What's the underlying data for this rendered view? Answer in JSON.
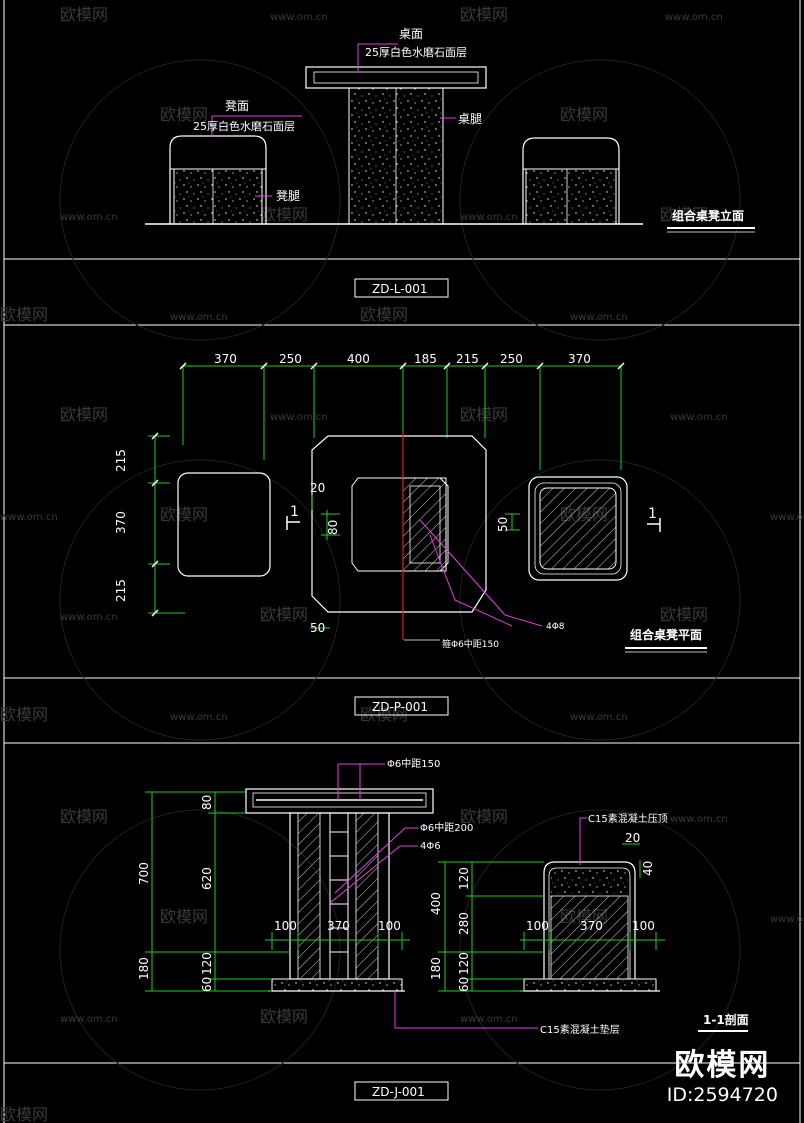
{
  "elevation": {
    "label_table_top": "桌面",
    "label_table_top_spec": "25厚白色水磨石面层",
    "label_stool_top": "凳面",
    "label_stool_top_spec": "25厚白色水磨石面层",
    "label_table_leg": "桌腿",
    "label_stool_leg": "凳腿",
    "view_title": "组合桌凳立面",
    "code": "ZD-L-001"
  },
  "plan": {
    "dims_top": [
      "370",
      "250",
      "400",
      "185",
      "215",
      "250",
      "370"
    ],
    "dims_left": [
      "215",
      "370",
      "215"
    ],
    "dim_20": "20",
    "dim_80": "80",
    "dim_50_right": "50",
    "dim_50_bottom": "50",
    "section_mark": "1",
    "rebar_a": "4Φ8",
    "rebar_b": "箍Φ6中距150",
    "view_title": "组合桌凳平面",
    "code": "ZD-P-001"
  },
  "section": {
    "rebar_top": "Φ6中距150",
    "rebar_mid": "Φ6中距200",
    "rebar_main": "4Φ6",
    "concrete_cap": "C15素混凝土压顶",
    "concrete_base": "C15素混凝土垫层",
    "dims_left_a": [
      "700",
      "180"
    ],
    "dims_left_b": [
      "80",
      "620",
      "120",
      "60"
    ],
    "dims_bottom_a": [
      "100",
      "370",
      "100"
    ],
    "dims_stool_left": [
      "400",
      "180"
    ],
    "dims_stool_mid": [
      "120",
      "280",
      "120",
      "60"
    ],
    "dims_stool_bottom": [
      "100",
      "370",
      "100"
    ],
    "dim_20": "20",
    "dim_40": "40",
    "view_title": "1-1剖面",
    "code": "ZD-J-001"
  },
  "watermark": {
    "brand": "欧模网",
    "url": "www.om.cn"
  },
  "branding": {
    "logo_text": "欧模网",
    "id_text": "ID:2594720"
  }
}
